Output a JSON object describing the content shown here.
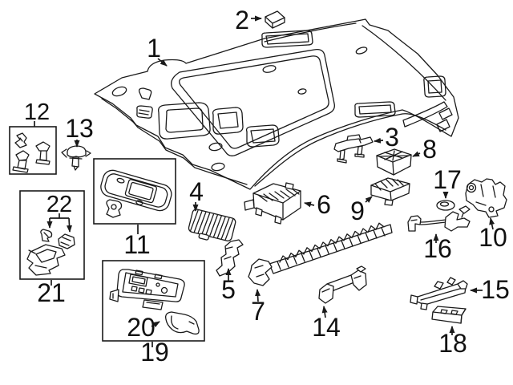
{
  "diagram": {
    "type": "exploded-parts-diagram",
    "subject": "vehicle headliner and overhead interior trim",
    "background_color": "#ffffff",
    "line_color": "#1a1a1a",
    "label_color": "#111111",
    "callouts": [
      {
        "label": "1",
        "part": "headliner-panel"
      },
      {
        "label": "2",
        "part": "roof-trim-cap"
      },
      {
        "label": "3",
        "part": "center-mount-bracket"
      },
      {
        "label": "4",
        "part": "insulator-pad-small"
      },
      {
        "label": "5",
        "part": "side-clip-bracket"
      },
      {
        "label": "6",
        "part": "insulator-pad-large"
      },
      {
        "label": "7",
        "part": "side-roof-rail"
      },
      {
        "label": "8",
        "part": "impact-absorber-front"
      },
      {
        "label": "9",
        "part": "impact-absorber-rear"
      },
      {
        "label": "10",
        "part": "side-mount-bracket"
      },
      {
        "label": "11",
        "part": "sun-visor"
      },
      {
        "label": "12",
        "part": "clip-set"
      },
      {
        "label": "13",
        "part": "push-clip"
      },
      {
        "label": "14",
        "part": "grab-handle"
      },
      {
        "label": "15",
        "part": "handle-bracket"
      },
      {
        "label": "16",
        "part": "harness-clip-set"
      },
      {
        "label": "17",
        "part": "grommet"
      },
      {
        "label": "18",
        "part": "mounting-pad"
      },
      {
        "label": "19",
        "part": "overhead-console"
      },
      {
        "label": "20",
        "part": "console-bracket"
      },
      {
        "label": "21",
        "part": "courtesy-lamp-housing"
      },
      {
        "label": "22",
        "part": "bulb-and-socket"
      }
    ],
    "boxed_groups": [
      "11",
      "12",
      "19",
      "21"
    ]
  }
}
